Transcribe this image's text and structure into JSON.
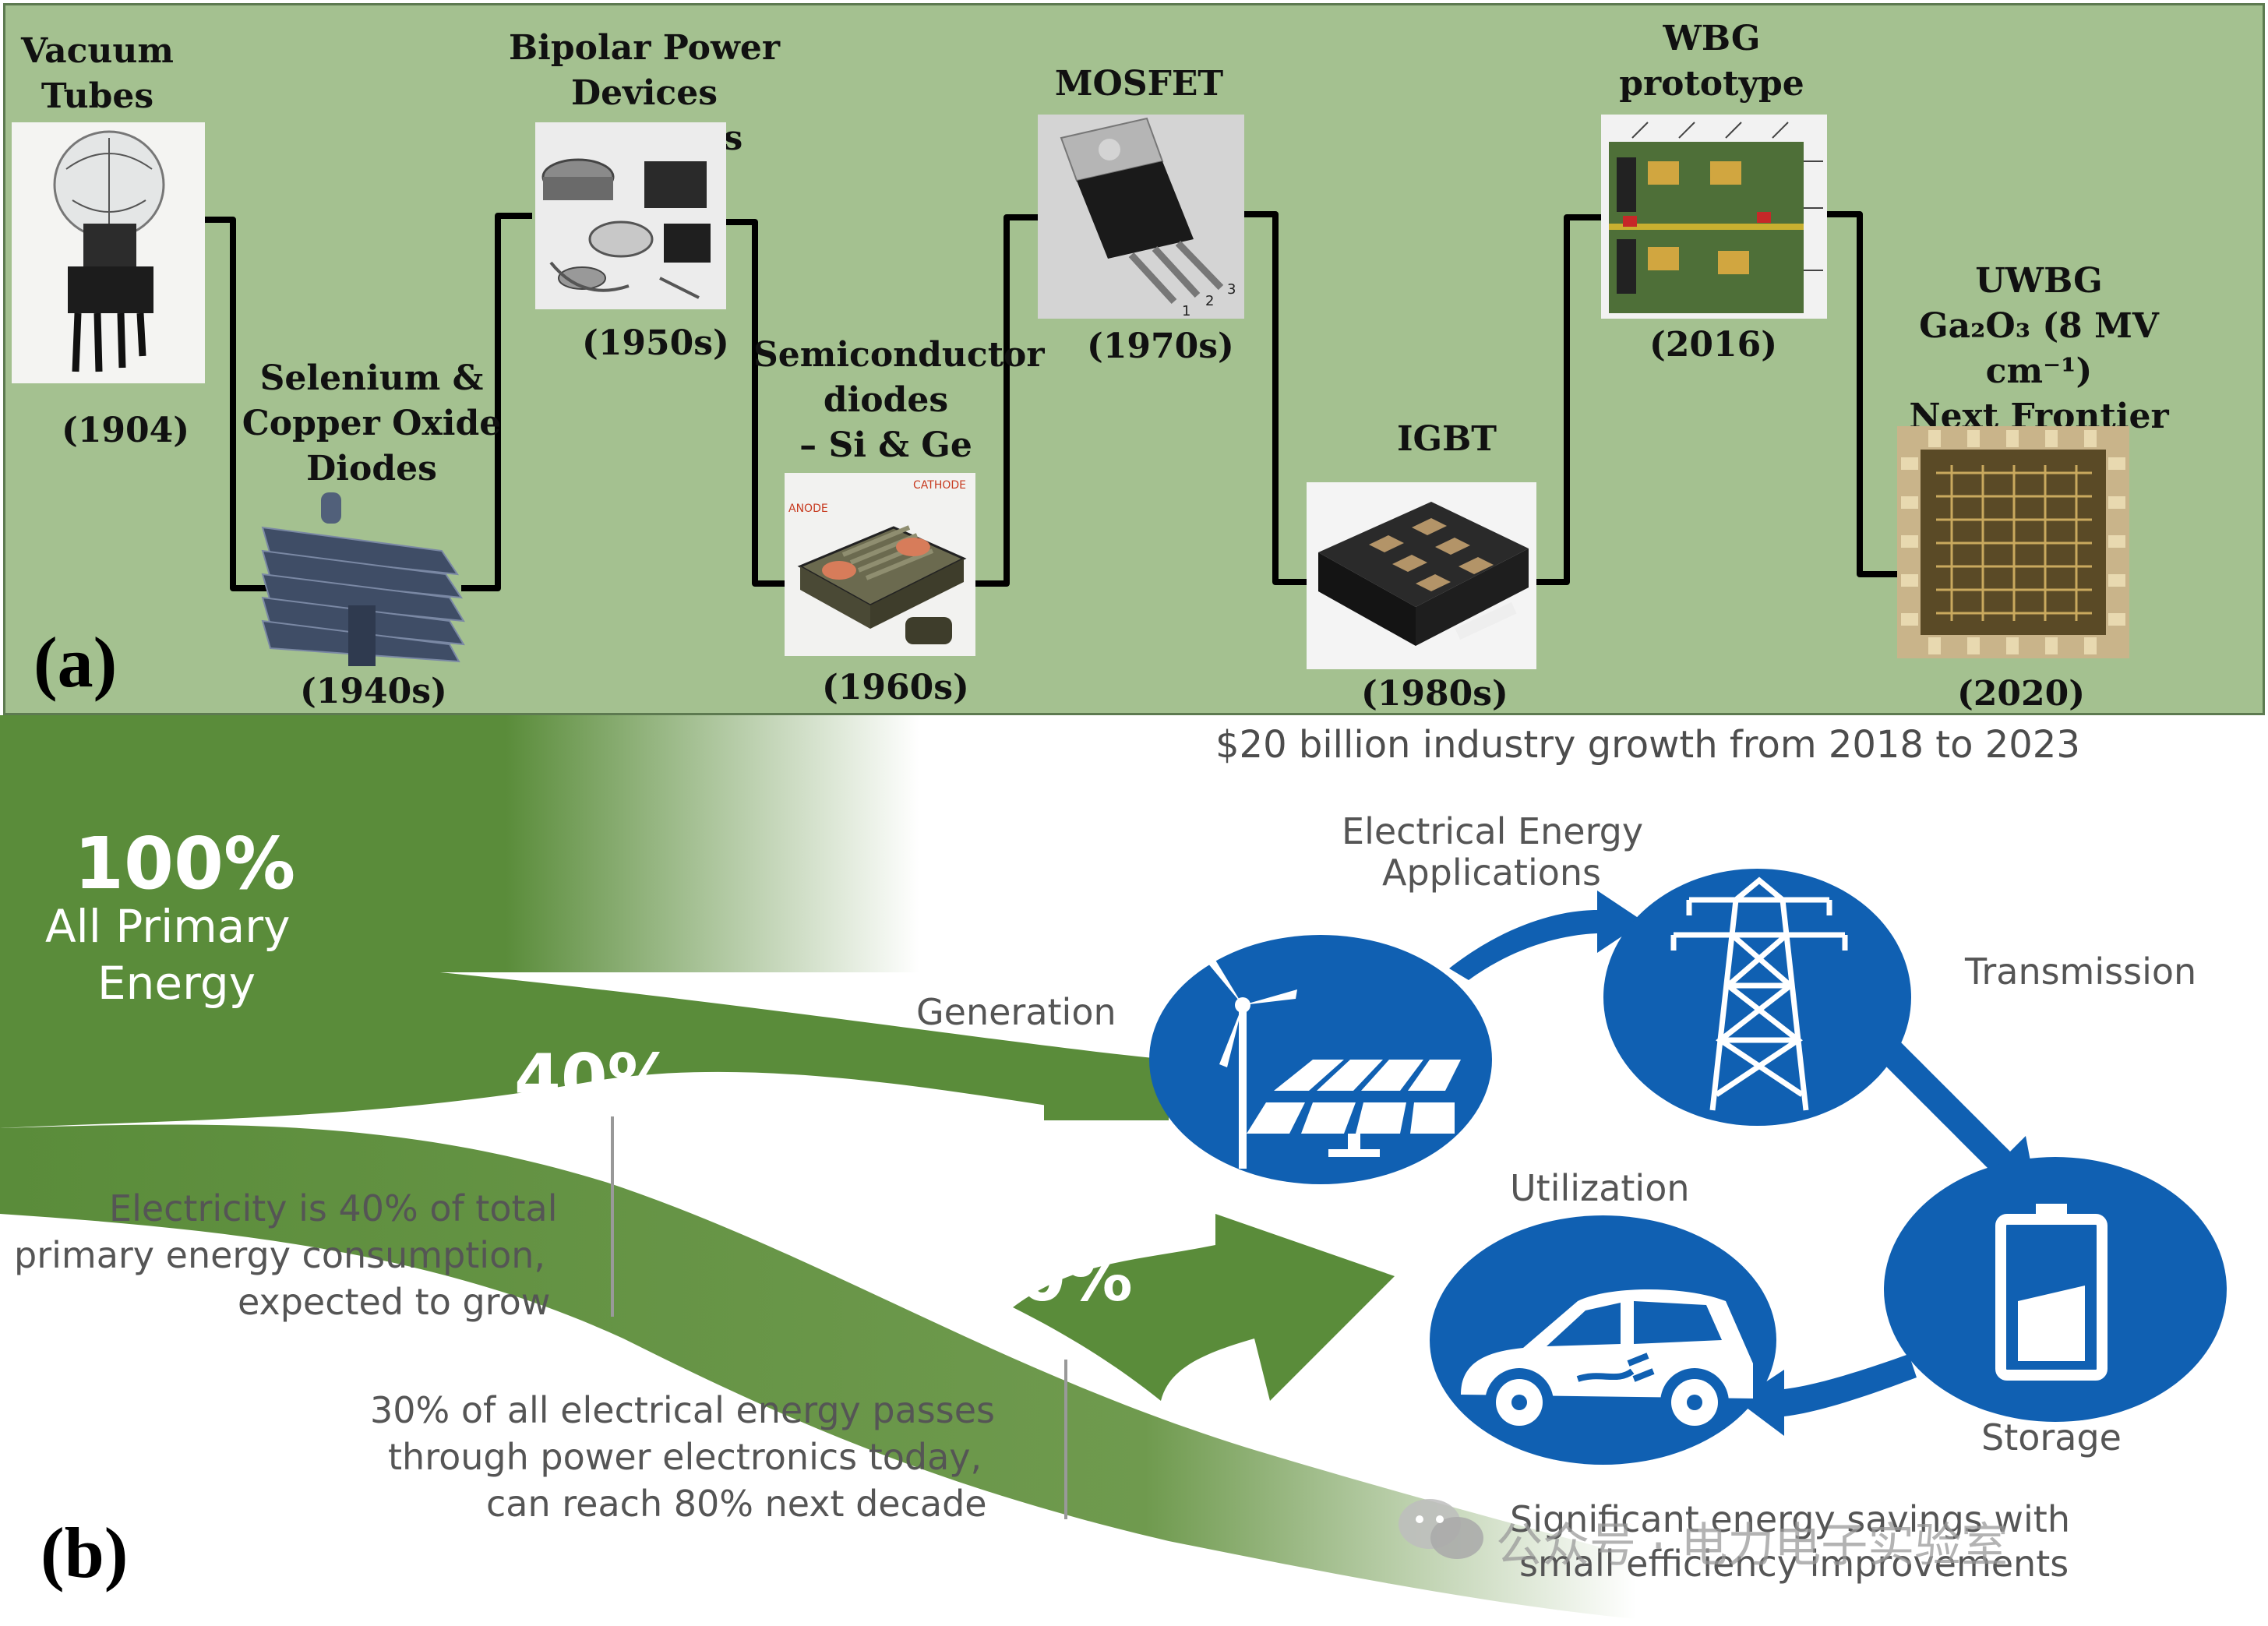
{
  "panel_a": {
    "tag": "(a)",
    "milestones": [
      {
        "label": "Vacuum\nTubes",
        "year": "(1904)",
        "icon": "vacuum-tube-photo"
      },
      {
        "label": "Selenium &\nCopper Oxide\nDiodes",
        "year": "(1940s)",
        "icon": "selenium-rectifier-photo"
      },
      {
        "label": "Bipolar Power Devices\nThyristors",
        "year": "(1950s)",
        "icon": "thyristor-photo"
      },
      {
        "label": "Semiconductor\ndiodes\n– Si & Ge",
        "year": "(1960s)",
        "icon": "diode-module-photo"
      },
      {
        "label": "MOSFET",
        "year": "(1970s)",
        "icon": "mosfet-photo"
      },
      {
        "label": "IGBT",
        "year": "(1980s)",
        "icon": "igbt-module-photo"
      },
      {
        "label": "WBG\nprototype",
        "year": "(2016)",
        "icon": "wbg-board-photo"
      },
      {
        "label": "UWBG\nGa₂O₃ (8 MV cm⁻¹)\nNext Frontier",
        "year": "(2020)",
        "icon": "uwbg-die-photo"
      }
    ],
    "mosfet_pins": [
      "1",
      "2",
      "3"
    ],
    "diode_tags": [
      "ANODE",
      "CATHODE"
    ]
  },
  "panel_b": {
    "tag": "(b)",
    "headline": "$20 billion industry growth from 2018 to 2023",
    "primary": {
      "pct": "100%",
      "line1": "All Primary",
      "line2": "Energy"
    },
    "electricity": {
      "pct": "40%",
      "caption": [
        "Electricity is 40% of total",
        "primary energy consumption,",
        "expected to grow"
      ]
    },
    "power_electronics": {
      "pct": "30%",
      "caption": [
        "30% of all electrical energy passes",
        "through power electronics today,",
        "can reach 80% next decade"
      ]
    },
    "stages": {
      "header": [
        "Electrical Energy",
        "Applications"
      ],
      "generation": "Generation",
      "transmission": "Transmission",
      "storage": "Storage",
      "utilization": "Utilization"
    },
    "savings": [
      "Significant energy savings with",
      "small efficiency improvements"
    ],
    "watermark": "公众号 · 电力电子实验室",
    "colors": {
      "green": "#5a8c3a",
      "blue": "#1060b2",
      "panel_a_bg": "#a4c190"
    }
  }
}
